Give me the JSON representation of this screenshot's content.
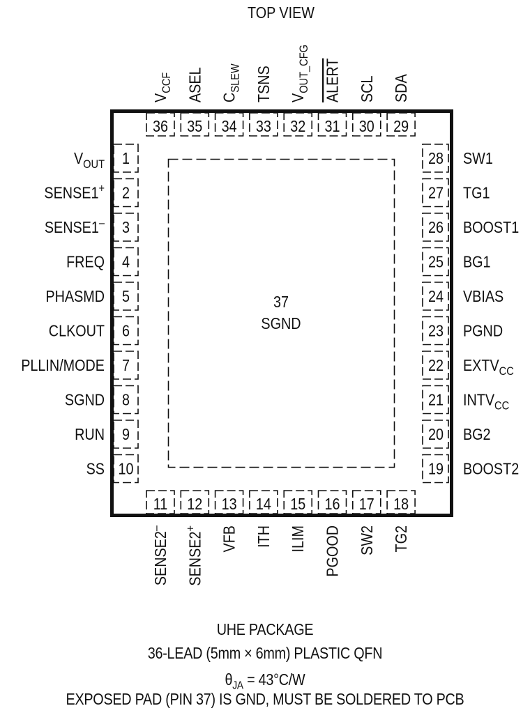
{
  "title": "TOP VIEW",
  "package": {
    "exposed_pad": {
      "number": "37",
      "name": "SGND"
    },
    "left_pins": [
      {
        "num": "1",
        "name": "V",
        "sub": "OUT",
        "sup": ""
      },
      {
        "num": "2",
        "name": "SENSE1",
        "sub": "",
        "sup": "+"
      },
      {
        "num": "3",
        "name": "SENSE1",
        "sub": "",
        "sup": "–"
      },
      {
        "num": "4",
        "name": "FREQ",
        "sub": "",
        "sup": ""
      },
      {
        "num": "5",
        "name": "PHASMD",
        "sub": "",
        "sup": ""
      },
      {
        "num": "6",
        "name": "CLKOUT",
        "sub": "",
        "sup": ""
      },
      {
        "num": "7",
        "name": "PLLIN/MODE",
        "sub": "",
        "sup": ""
      },
      {
        "num": "8",
        "name": "SGND",
        "sub": "",
        "sup": ""
      },
      {
        "num": "9",
        "name": "RUN",
        "sub": "",
        "sup": ""
      },
      {
        "num": "10",
        "name": "SS",
        "sub": "",
        "sup": ""
      }
    ],
    "right_pins": [
      {
        "num": "28",
        "name": "SW1",
        "sub": "",
        "sup": ""
      },
      {
        "num": "27",
        "name": "TG1",
        "sub": "",
        "sup": ""
      },
      {
        "num": "26",
        "name": "BOOST1",
        "sub": "",
        "sup": ""
      },
      {
        "num": "25",
        "name": "BG1",
        "sub": "",
        "sup": ""
      },
      {
        "num": "24",
        "name": "VBIAS",
        "sub": "",
        "sup": ""
      },
      {
        "num": "23",
        "name": "PGND",
        "sub": "",
        "sup": ""
      },
      {
        "num": "22",
        "name": "EXTV",
        "sub": "CC",
        "sup": ""
      },
      {
        "num": "21",
        "name": "INTV",
        "sub": "CC",
        "sup": ""
      },
      {
        "num": "20",
        "name": "BG2",
        "sub": "",
        "sup": ""
      },
      {
        "num": "19",
        "name": "BOOST2",
        "sub": "",
        "sup": ""
      }
    ],
    "top_pins": [
      {
        "num": "36",
        "name": "V",
        "sub": "CCF",
        "sup": "",
        "overline": false
      },
      {
        "num": "35",
        "name": "ASEL",
        "sub": "",
        "sup": "",
        "overline": false
      },
      {
        "num": "34",
        "name": "C",
        "sub": "SLEW",
        "sup": "",
        "overline": false
      },
      {
        "num": "33",
        "name": "TSNS",
        "sub": "",
        "sup": "",
        "overline": false
      },
      {
        "num": "32",
        "name": "V",
        "sub": "OUT_CFG",
        "sup": "",
        "overline": false
      },
      {
        "num": "31",
        "name": "ALERT",
        "sub": "",
        "sup": "",
        "overline": true
      },
      {
        "num": "30",
        "name": "SCL",
        "sub": "",
        "sup": "",
        "overline": false
      },
      {
        "num": "29",
        "name": "SDA",
        "sub": "",
        "sup": "",
        "overline": false
      }
    ],
    "bottom_pins": [
      {
        "num": "11",
        "name": "SENSE2",
        "sub": "",
        "sup": "–"
      },
      {
        "num": "12",
        "name": "SENSE2",
        "sub": "",
        "sup": "+"
      },
      {
        "num": "13",
        "name": "VFB",
        "sub": "",
        "sup": ""
      },
      {
        "num": "14",
        "name": "ITH",
        "sub": "",
        "sup": ""
      },
      {
        "num": "15",
        "name": "ILIM",
        "sub": "",
        "sup": ""
      },
      {
        "num": "16",
        "name": "PGOOD",
        "sub": "",
        "sup": ""
      },
      {
        "num": "17",
        "name": "SW2",
        "sub": "",
        "sup": ""
      },
      {
        "num": "18",
        "name": "TG2",
        "sub": "",
        "sup": ""
      }
    ]
  },
  "caption": {
    "line1": "UHE PACKAGE",
    "line2": "36-LEAD (5mm × 6mm) PLASTIC QFN",
    "theta_symbol": "θ",
    "theta_sub": "JA",
    "theta_value": " = 43°C/W",
    "line4": "EXPOSED PAD (PIN 37) IS GND, MUST BE SOLDERED TO PCB"
  },
  "colors": {
    "ink": "#111111",
    "background": "#ffffff"
  }
}
